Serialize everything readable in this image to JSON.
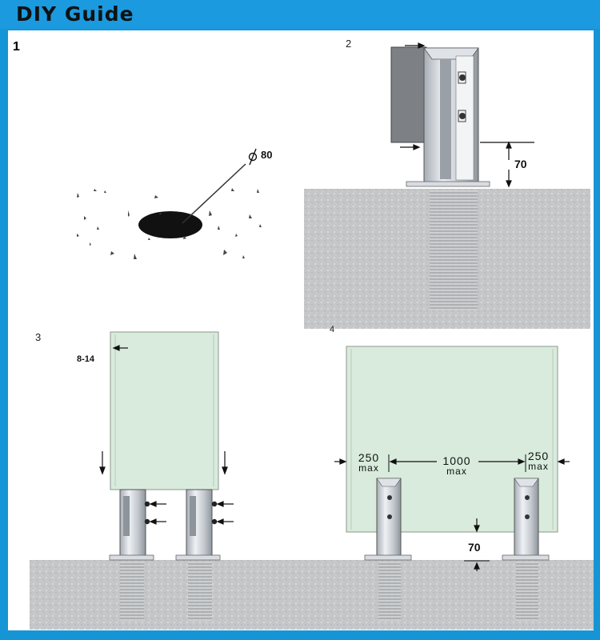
{
  "header": {
    "title": "DIY Guide"
  },
  "steps": {
    "s1": "1",
    "s2": "2",
    "s3": "3",
    "s4": "4"
  },
  "labels": {
    "diameter": "80",
    "gap_under_glass": "70",
    "glass_thickness": "8-14",
    "gap_floor": "70",
    "spacing_left": "250",
    "spacing_left_unit": "max",
    "spacing_mid": "1000",
    "spacing_mid_unit": "max",
    "spacing_right": "250",
    "spacing_right_unit": "max"
  },
  "colors": {
    "header_bg": "#1b9ae0",
    "glass": "#d8ebdc",
    "concrete": "#c4c6c8",
    "steel": "#c9ced4"
  }
}
